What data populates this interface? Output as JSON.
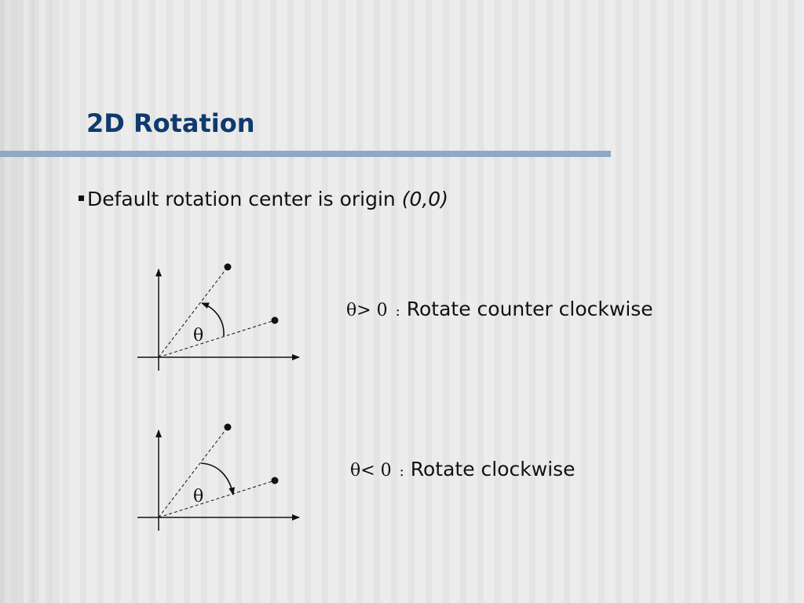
{
  "slide": {
    "title": "2D Rotation",
    "bullet": {
      "text": "Default rotation center is origin ",
      "emphasis": "(0,0)"
    }
  },
  "diagrams": [
    {
      "direction": "counter-clockwise",
      "angle_symbol": "θ",
      "condition": "θ> 0",
      "separator": ":",
      "description": "Rotate counter clockwise"
    },
    {
      "direction": "clockwise",
      "angle_symbol": "θ",
      "condition": "θ< 0",
      "separator": ":",
      "description": "Rotate clockwise"
    }
  ],
  "colors": {
    "title": "#0f3a6e",
    "title_rule": "#8fa8c4",
    "text": "#111111"
  }
}
